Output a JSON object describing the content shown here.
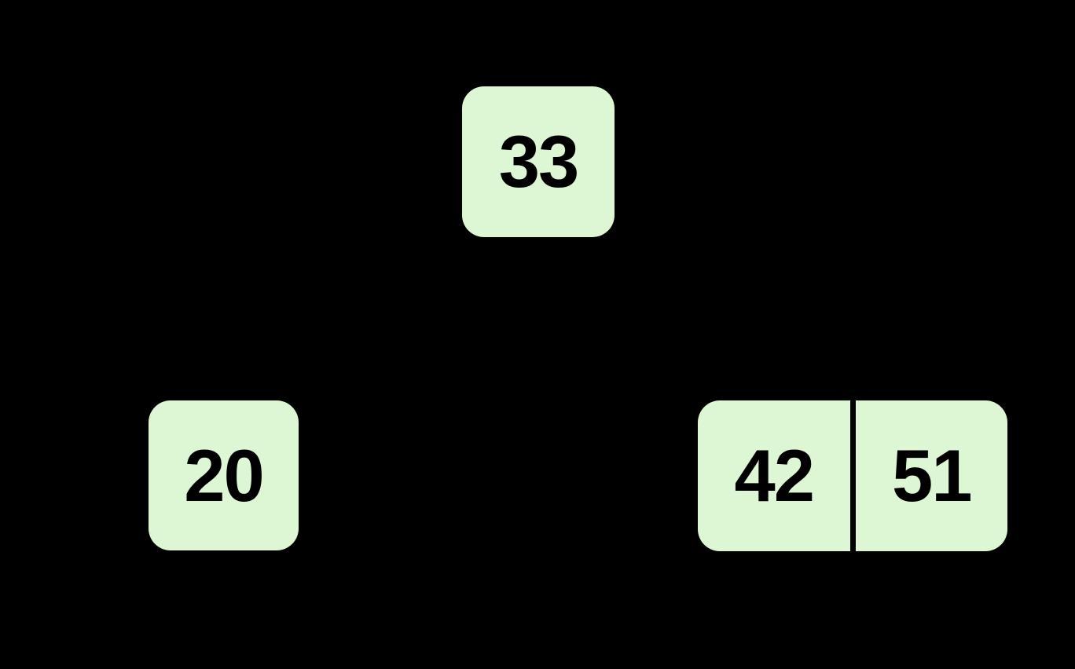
{
  "diagram": {
    "type": "b-tree",
    "background": "#000000",
    "node_fill": "#ddf7d4",
    "key_text_color": "#000000",
    "divider_color": "#000000",
    "nodes": [
      {
        "id": "root",
        "keys": [
          "33"
        ]
      },
      {
        "id": "left-child",
        "keys": [
          "20"
        ]
      },
      {
        "id": "right-child",
        "keys": [
          "42",
          "51"
        ]
      }
    ]
  }
}
